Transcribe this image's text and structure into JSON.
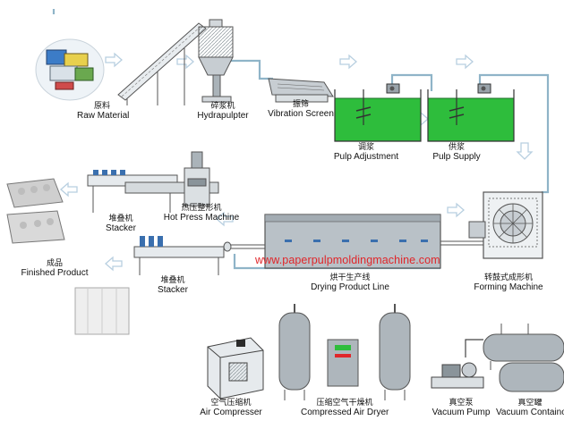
{
  "colors": {
    "pipe": "#8fb4c8",
    "water": "#2ebd3c",
    "machine": "#9aa6ae",
    "arrow": "#c8d9e6",
    "watermark": "#e0262a"
  },
  "watermark": "www.paperpulpmoldingmachine.com",
  "stations": {
    "raw_material": {
      "cn": "原料",
      "en": "Raw Material"
    },
    "hydrapulpter": {
      "cn": "碎浆机",
      "en": "Hydrapulpter"
    },
    "vibration_screen": {
      "cn": "振筛",
      "en": "Vibration Screen"
    },
    "pulp_adjustment": {
      "cn": "调浆",
      "en": "Pulp Adjustment"
    },
    "pulp_supply": {
      "cn": "供浆",
      "en": "Pulp Supply"
    },
    "stacker_top": {
      "cn": "堆叠机",
      "en": "Stacker"
    },
    "hot_press": {
      "cn": "热压整形机",
      "en": "Hot Press Machine"
    },
    "finished_product": {
      "cn": "成品",
      "en": "Finished Product"
    },
    "stacker_bottom": {
      "cn": "堆叠机",
      "en": "Stacker"
    },
    "drying_line": {
      "cn": "烘干生产线",
      "en": "Drying Product Line"
    },
    "forming_machine": {
      "cn": "转鼓式成形机",
      "en": "Forming Machine"
    },
    "air_compressor": {
      "cn": "空气压缩机",
      "en": "Air Compresser"
    },
    "air_dryer": {
      "cn": "压缩空气干燥机",
      "en": "Compressed Air Dryer"
    },
    "vacuum_pump": {
      "cn": "真空泵",
      "en": "Vacuum Pump"
    },
    "vacuum_container": {
      "cn": "真空罐",
      "en": "Vacuum Containo"
    }
  }
}
